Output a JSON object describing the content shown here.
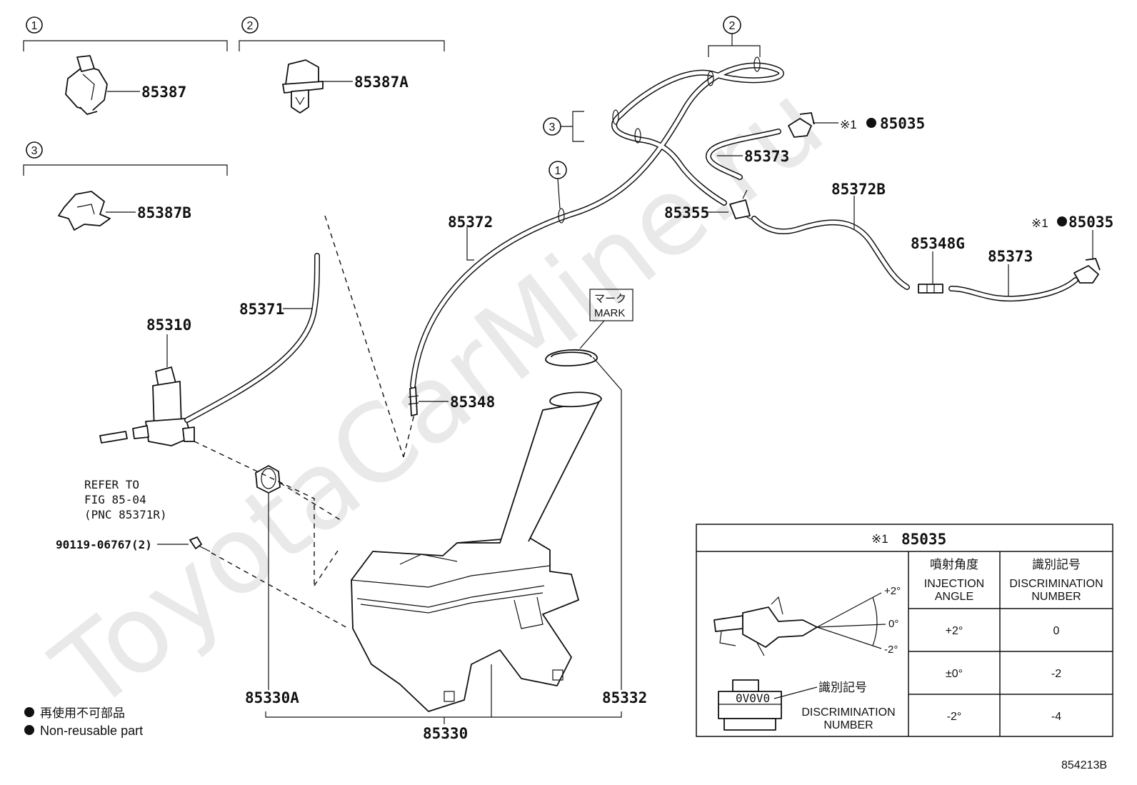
{
  "watermark": "ToyotaCarMine.ru",
  "groups": [
    {
      "num": "1",
      "part": "85387"
    },
    {
      "num": "2",
      "part": "85387A"
    },
    {
      "num": "3",
      "part": "85387B"
    }
  ],
  "callouts": {
    "c1": "1",
    "c2": "2",
    "c3": "3"
  },
  "parts": {
    "p85310": "85310",
    "p85371": "85371",
    "p85372": "85372",
    "p85348": "85348",
    "p85355": "85355",
    "p85373a": "85373",
    "p85373b": "85373",
    "p85372B": "85372B",
    "p85348G": "85348G",
    "p85035a": "85035",
    "p85035b": "85035",
    "p85330A": "85330A",
    "p85330": "85330",
    "p85332": "85332",
    "bolt": "90119-06767(2)"
  },
  "asterisk_ref": "※1",
  "mark_label_jp": "マーク",
  "mark_label_en": "MARK",
  "refer": [
    "REFER TO",
    "FIG 85-04",
    "(PNC 85371R)"
  ],
  "legend": {
    "jp": "再使用不可部品",
    "en": "Non-reusable part"
  },
  "table": {
    "title_ref": "※1",
    "title_part": "85035",
    "col1_jp": "噴射角度",
    "col1_en": [
      "INJECTION",
      "ANGLE"
    ],
    "col2_jp": "識別記号",
    "col2_en": [
      "DISCRIMINATION",
      "NUMBER"
    ],
    "rows": [
      {
        "angle": "+2°",
        "number": "0"
      },
      {
        "angle": "±0°",
        "number": "-2"
      },
      {
        "angle": "-2°",
        "number": "-4"
      }
    ],
    "angle_labels": [
      "+2°",
      "0°",
      "-2°"
    ],
    "disc_jp": "識別記号",
    "disc_en": [
      "DISCRIMINATION",
      "NUMBER"
    ],
    "disc_mark": "0V0V0"
  },
  "figure_id": "854213B"
}
